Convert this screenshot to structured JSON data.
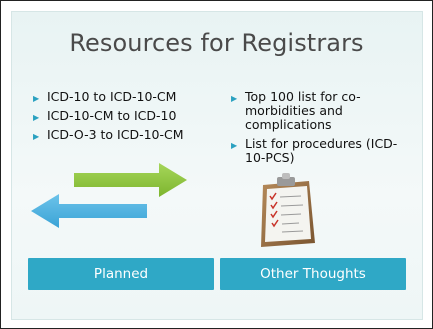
{
  "slide": {
    "title": "Resources for Registrars",
    "left_bullets": [
      {
        "text": "ICD-10 to ICD-10-CM"
      },
      {
        "text": "ICD-10-CM to ICD-10"
      },
      {
        "text": "ICD-O-3 to ICD-10-CM"
      }
    ],
    "right_bullets": [
      {
        "text": "Top 100 list for co-morbidities and complications"
      },
      {
        "text": "List for procedures (ICD-10-PCS)"
      }
    ],
    "buttons": {
      "planned_label": "Planned",
      "other_label": "Other Thoughts"
    }
  },
  "colors": {
    "accent_teal": "#2fa8c6",
    "arrow_green": "#8cc43c",
    "arrow_blue": "#4db2e0",
    "title_gray": "#4a4a4a"
  },
  "icons": {
    "bullet": "triangle-right-icon",
    "right_arrow": "arrow-right-icon",
    "left_arrow": "arrow-left-icon",
    "clipboard": "clipboard-checklist-icon"
  }
}
